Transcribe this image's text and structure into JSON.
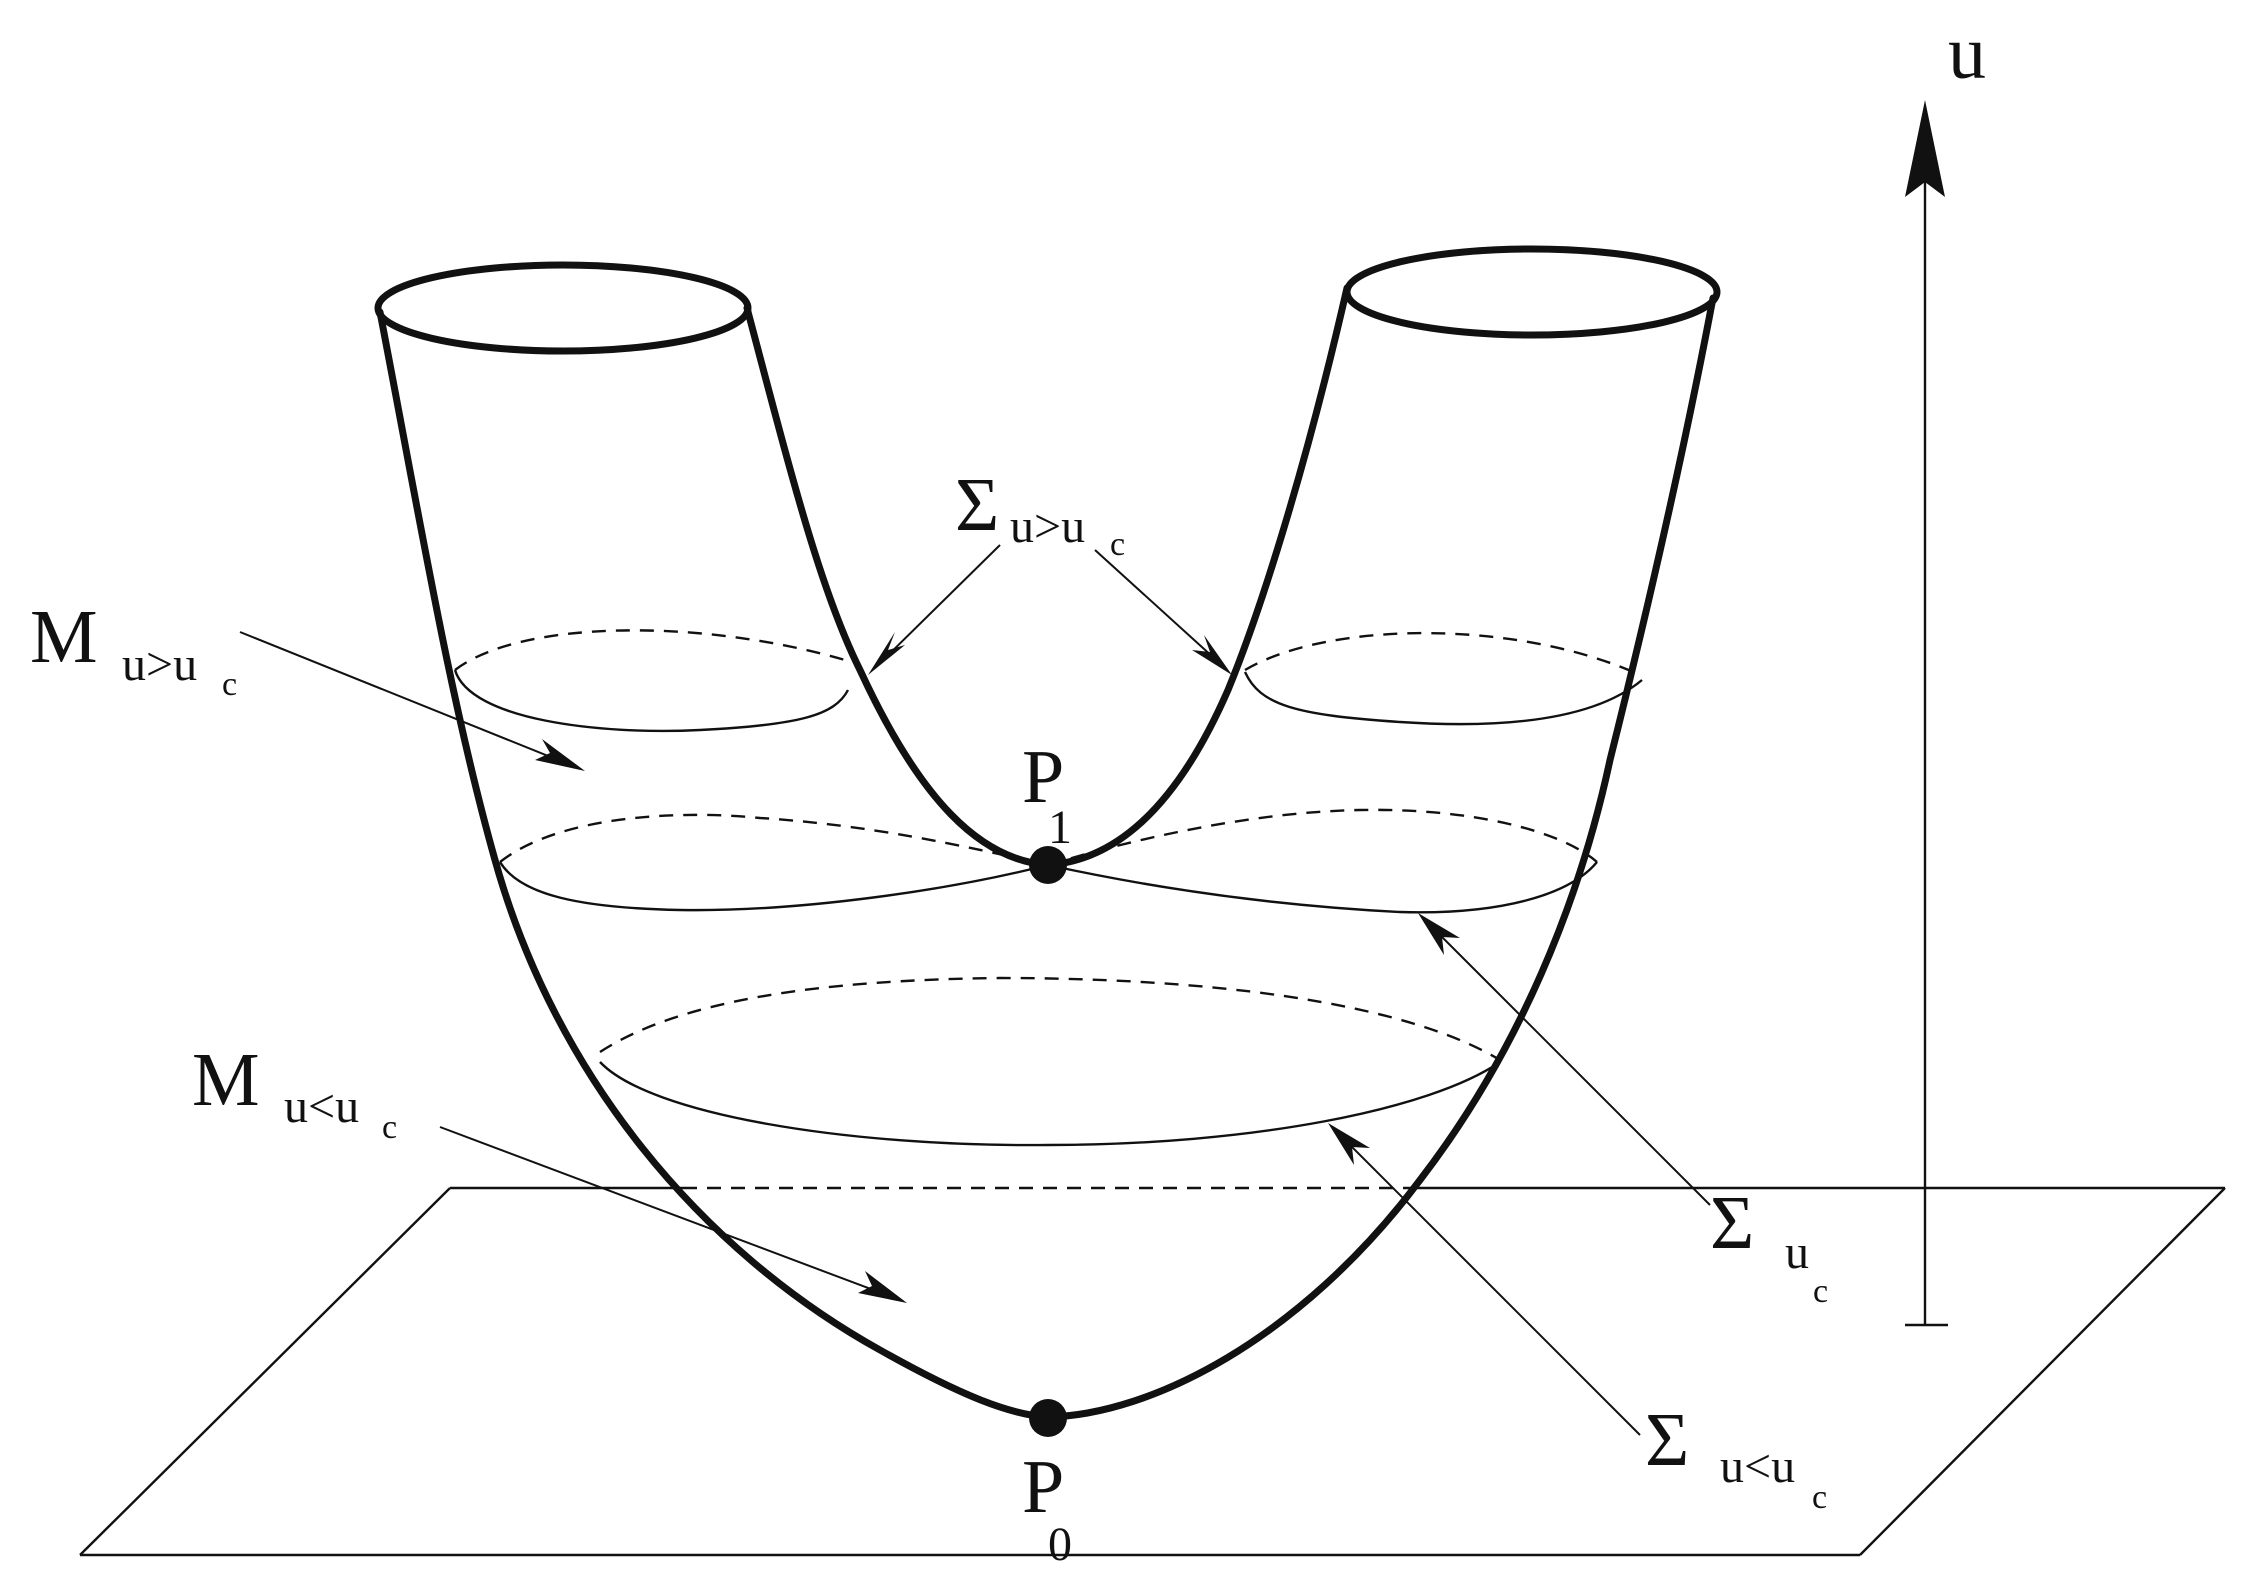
{
  "axis": {
    "label": "u"
  },
  "labels": {
    "sigma_above": {
      "symbol": "Σ",
      "sub": "u>u",
      "subsub": "c"
    },
    "m_above": {
      "symbol": "M",
      "sub": "u>u",
      "subsub": "c"
    },
    "p1": {
      "symbol": "P",
      "sub": "1"
    },
    "m_below": {
      "symbol": "M",
      "sub": "u<u",
      "subsub": "c"
    },
    "sigma_crit": {
      "symbol": "Σ",
      "sub": "u",
      "subsub": "c"
    },
    "sigma_below": {
      "symbol": "Σ",
      "sub": "u<u",
      "subsub": "c"
    },
    "p0": {
      "symbol": "P",
      "sub": "0"
    }
  }
}
